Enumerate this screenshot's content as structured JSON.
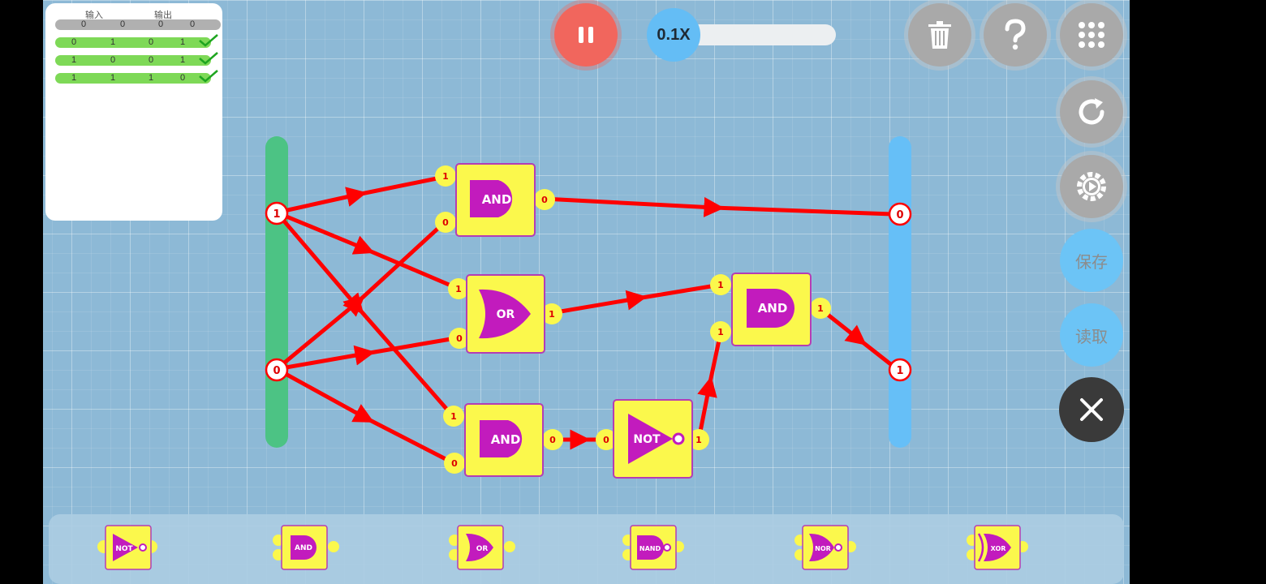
{
  "truth_table": {
    "input_header": "输入",
    "output_header": "输出",
    "rows": [
      {
        "values": [
          "0",
          "0",
          "0",
          "0"
        ],
        "status": "pending"
      },
      {
        "values": [
          "0",
          "1",
          "0",
          "1"
        ],
        "status": "passed"
      },
      {
        "values": [
          "1",
          "0",
          "0",
          "1"
        ],
        "status": "passed"
      },
      {
        "values": [
          "1",
          "1",
          "1",
          "0"
        ],
        "status": "passed"
      }
    ]
  },
  "speed": {
    "label": "0.1X",
    "level": 0.0
  },
  "side_buttons": {
    "save_label": "保存",
    "load_label": "读取"
  },
  "circuit": {
    "inputs": [
      "1",
      "0"
    ],
    "outputs": [
      "0",
      "1"
    ],
    "gates": [
      {
        "name": "gate-and-top",
        "type": "AND",
        "in": [
          "1",
          "0"
        ],
        "out": "0"
      },
      {
        "name": "gate-or",
        "type": "OR",
        "in": [
          "1",
          "0"
        ],
        "out": "1"
      },
      {
        "name": "gate-and-bottom",
        "type": "AND",
        "in": [
          "1",
          "0"
        ],
        "out": "0"
      },
      {
        "name": "gate-not",
        "type": "NOT",
        "in": [
          "0"
        ],
        "out": "1"
      },
      {
        "name": "gate-and-right",
        "type": "AND",
        "in": [
          "1",
          "1"
        ],
        "out": "1"
      }
    ]
  },
  "palette": [
    "NOT",
    "AND",
    "OR",
    "NAND",
    "NOR",
    "XOR"
  ],
  "colors": {
    "wire": "#ff0000",
    "gate_body": "#fbf84c",
    "gate_symbol": "#c21bbd",
    "input_rail": "#4cc384",
    "output_rail": "#66bff7",
    "pause": "#f1665d"
  }
}
